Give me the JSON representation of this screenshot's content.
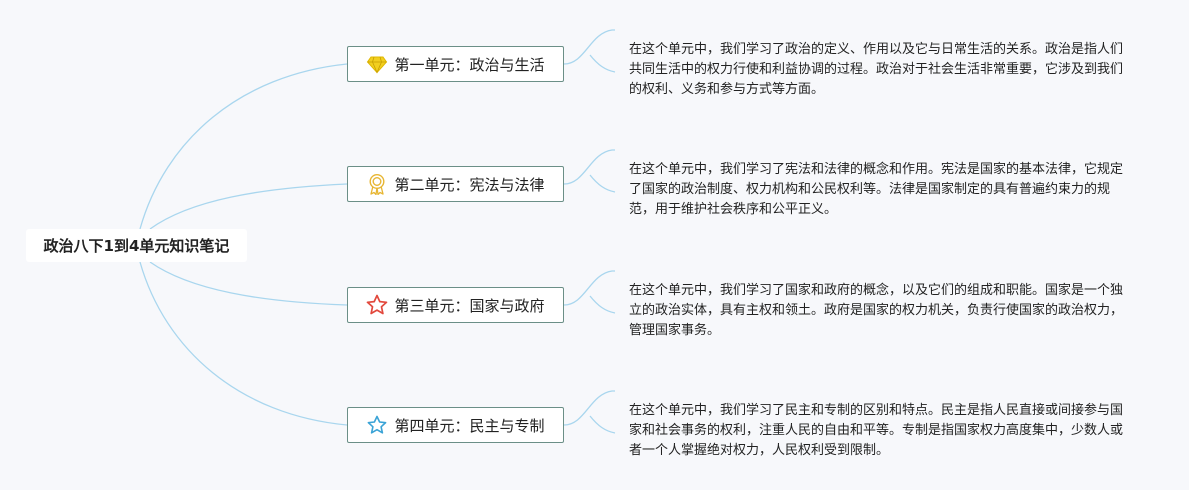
{
  "root": {
    "label": "政治八下1到4单元知识笔记"
  },
  "colors": {
    "connector": "#a9d6ee",
    "node_border": "#6b8f87",
    "diamond_icon": "#f2cf1f",
    "medal_icon": "#e7b633",
    "star_red_icon": "#e2483c",
    "star_blue_icon": "#3aa3d6"
  },
  "units": [
    {
      "label": "第一单元：政治与生活",
      "icon": "diamond-icon",
      "note": "在这个单元中，我们学习了政治的定义、作用以及它与日常生活的关系。政治是指人们共同生活中的权力行使和利益协调的过程。政治对于社会生活非常重要，它涉及到我们的权利、义务和参与方式等方面。"
    },
    {
      "label": "第二单元：宪法与法律",
      "icon": "medal-icon",
      "note": "在这个单元中，我们学习了宪法和法律的概念和作用。宪法是国家的基本法律，它规定了国家的政治制度、权力机构和公民权利等。法律是国家制定的具有普遍约束力的规范，用于维护社会秩序和公平正义。"
    },
    {
      "label": "第三单元：国家与政府",
      "icon": "star-outline-red-icon",
      "note": "在这个单元中，我们学习了国家和政府的概念，以及它们的组成和职能。国家是一个独立的政治实体，具有主权和领土。政府是国家的权力机关，负责行使国家的政治权力，管理国家事务。"
    },
    {
      "label": "第四单元：民主与专制",
      "icon": "star-outline-blue-icon",
      "note": "在这个单元中，我们学习了民主和专制的区别和特点。民主是指人民直接或间接参与国家和社会事务的权利，注重人民的自由和平等。专制是指国家权力高度集中，少数人或者一个人掌握绝对权力，人民权利受到限制。"
    }
  ]
}
